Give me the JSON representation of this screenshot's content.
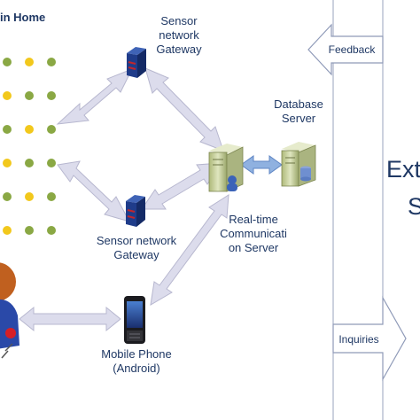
{
  "sensors_area_label": "in Home",
  "gateway_top": {
    "line1": "Sensor",
    "line2": "network",
    "line3": "Gateway"
  },
  "gateway_bottom": {
    "line1": "Sensor network",
    "line2": "Gateway"
  },
  "database": {
    "line1": "Database",
    "line2": "Server"
  },
  "rtc_server": {
    "line1": "Real-time",
    "line2": "Communicati",
    "line3": "on Server"
  },
  "phone": {
    "line1": "Mobile Phone",
    "line2": "(Android)"
  },
  "feedback_label": "Feedback",
  "inquiries_label": "Inquiries",
  "external_partial": {
    "line1": "Ext",
    "line2": "S"
  },
  "colors": {
    "text": "#1f3864",
    "arrow_fill": "#dcdcec",
    "arrow_stroke": "#b7b7cf",
    "dot_green": "#8aa844",
    "dot_yellow": "#f2c81c",
    "server_body": "#c9d3a2",
    "router_blue": "#1f3c8a",
    "router_red": "#c0262d"
  }
}
